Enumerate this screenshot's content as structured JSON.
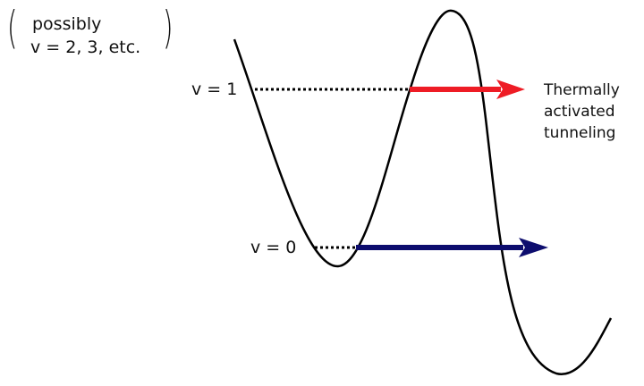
{
  "note": {
    "line1": "possibly",
    "line2": "v = 2, 3, etc."
  },
  "levels": [
    {
      "label": "v = 1",
      "arrow_color": "#ee1c25"
    },
    {
      "label": "v = 0",
      "arrow_color": "#0d0d6e"
    }
  ],
  "annotation": {
    "line1": "Thermally",
    "line2": "activated",
    "line3": "tunneling"
  }
}
